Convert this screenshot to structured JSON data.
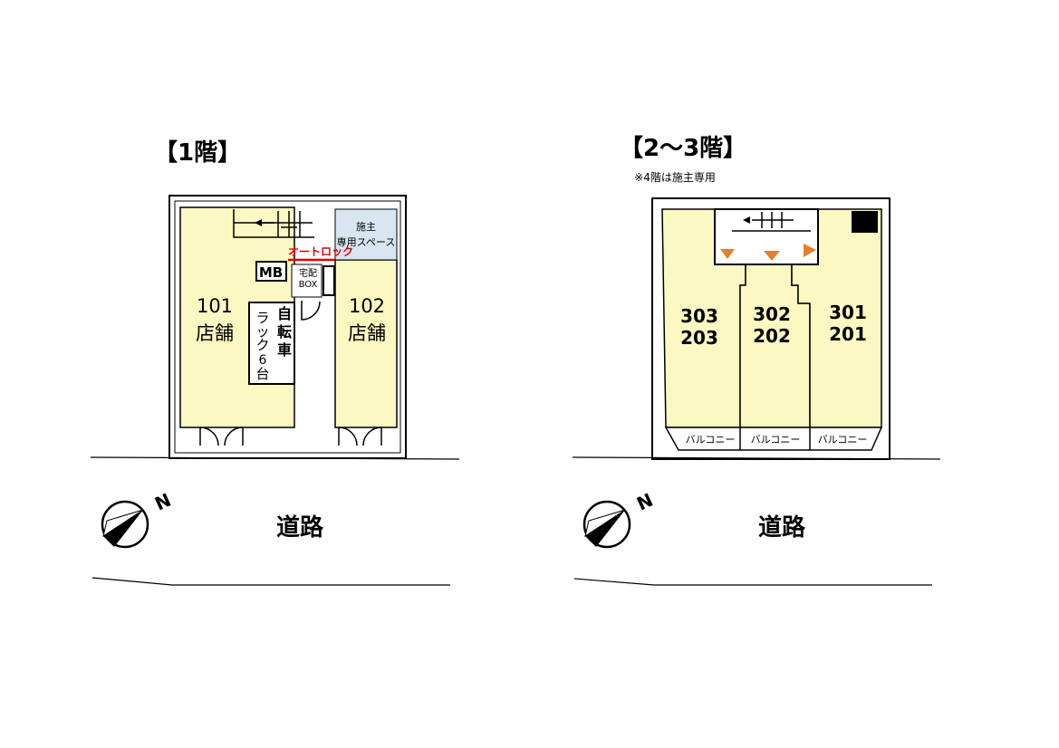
{
  "floor1": {
    "title": "【1階】",
    "units": [
      {
        "number": "101",
        "type": "店舗"
      },
      {
        "number": "102",
        "type": "店舗"
      }
    ],
    "owner_space_line1": "施主",
    "owner_space_line2": "専用スペース",
    "autolock": "オートロック",
    "mailbox": "MB",
    "delivery_box_line1": "宅配",
    "delivery_box_line2": "BOX",
    "bicycle_rack": [
      "自",
      "転",
      "車"
    ],
    "bicycle_rack_capacity": [
      "ラ",
      "ッ",
      "ク",
      "6",
      "台"
    ]
  },
  "floor23": {
    "title": "【2～3階】",
    "note": "※4階は施主専用",
    "units": [
      {
        "upper": "303",
        "lower": "203"
      },
      {
        "upper": "302",
        "lower": "202"
      },
      {
        "upper": "301",
        "lower": "201"
      }
    ],
    "balcony": "バルコニー"
  },
  "road": "道路",
  "north_letter": "N",
  "colors": {
    "unit_fill": "#fbf8c2",
    "owner_space_fill": "#d8e6f0",
    "autolock_red": "#e00000",
    "arrow_orange": "#e4802e",
    "outline": "#000000"
  }
}
